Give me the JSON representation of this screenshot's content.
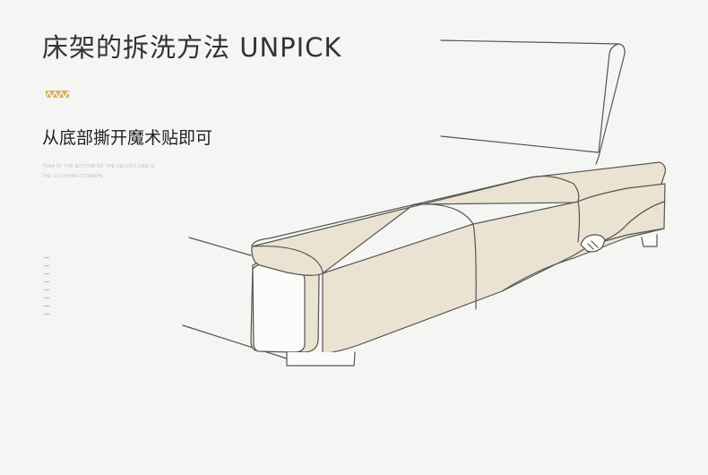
{
  "header": {
    "title": "床架的拆洗方法 UNPICK",
    "subtitle": "从底部撕开魔术贴即可",
    "english_lines": [
      "TEAR AT THE BOTTOM OF THE VELCRO CAN IS",
      "THE CLOTHING COMMON"
    ]
  },
  "colors": {
    "accent": "#d8b36a",
    "fabric": "#ebe3d2",
    "outline": "#555555"
  },
  "illustration": {
    "icon": "bed-frame-velcro-illustration"
  }
}
